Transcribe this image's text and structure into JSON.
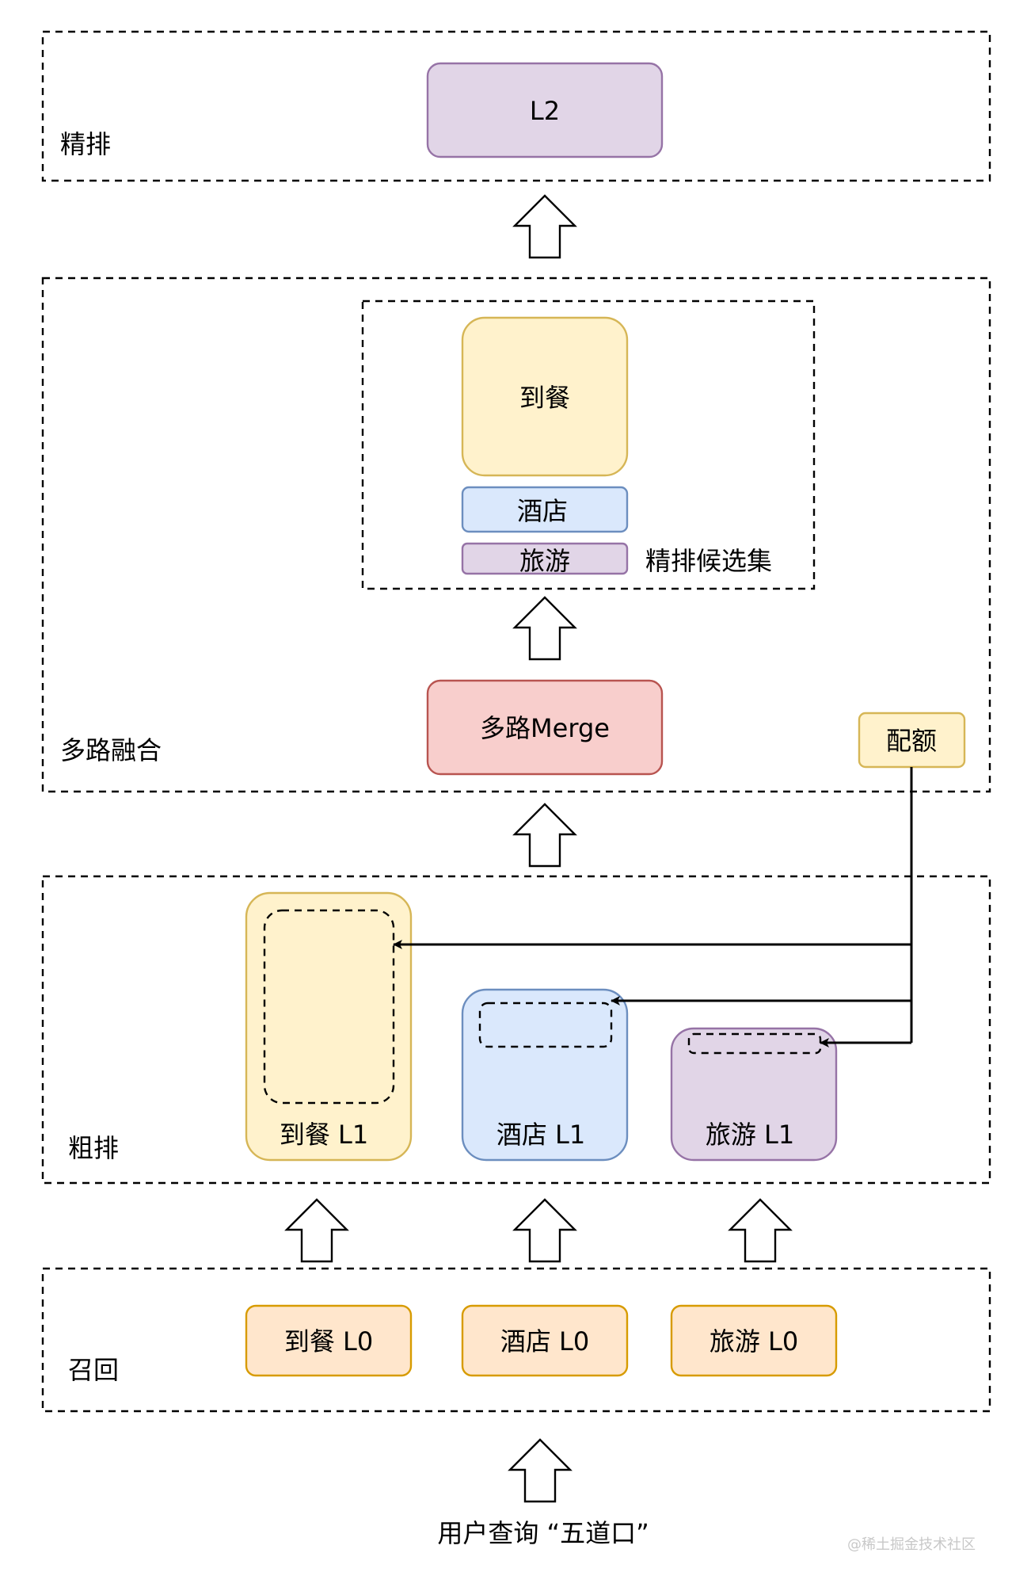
{
  "layers": {
    "fine_rank": "精排",
    "fusion": "多路融合",
    "coarse_rank": "粗排",
    "recall": "召回"
  },
  "nodes": {
    "l2": "L2",
    "candidate_set": {
      "label": "精排候选集",
      "dining": "到餐",
      "hotel": "酒店",
      "travel": "旅游"
    },
    "merge": "多路Merge",
    "quota": "配额",
    "l1": {
      "dining": "到餐 L1",
      "hotel": "酒店 L1",
      "travel": "旅游 L1"
    },
    "l0": {
      "dining": "到餐 L0",
      "hotel": "酒店 L0",
      "travel": "旅游 L0"
    }
  },
  "query": "用户查询 “五道口”",
  "watermark": "@稀土掘金技术社区",
  "colors": {
    "yellow_fill": "#fff2cc",
    "yellow_stroke": "#d6b656",
    "purple_fill": "#e1d5e7",
    "purple_stroke": "#9673a6",
    "blue_fill": "#dae8fc",
    "blue_stroke": "#6c8ebf",
    "red_fill": "#f8cecc",
    "red_stroke": "#b85450",
    "orange_fill": "#ffe6cc",
    "orange_stroke": "#d79b00"
  }
}
